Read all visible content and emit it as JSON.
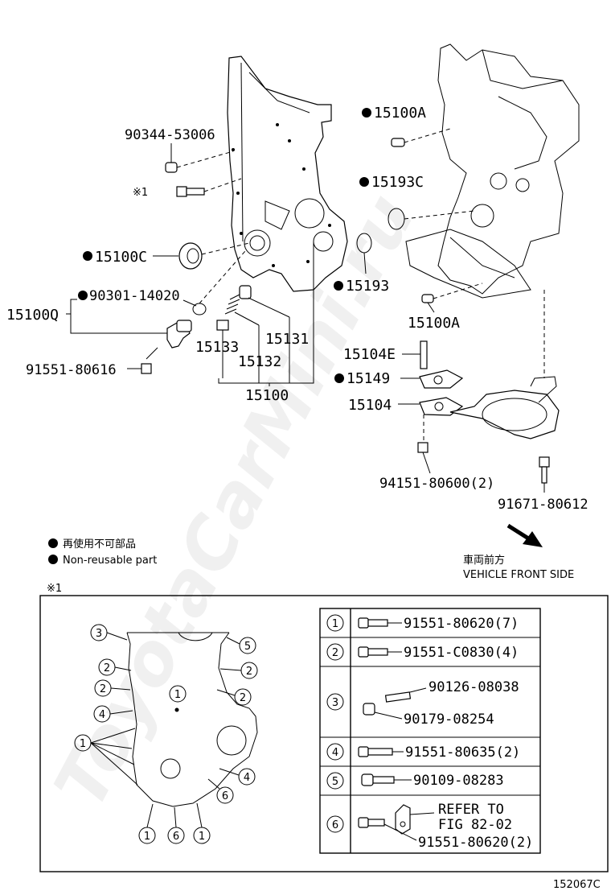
{
  "figure_code": "152067C",
  "watermark": "ToyotaCarMini.ru",
  "legend": {
    "symbol": "●",
    "jp_text": "再使用不可部品",
    "en_text": "Non-reusable part"
  },
  "direction": {
    "jp_text": "車両前方",
    "en_text": "VEHICLE FRONT SIDE"
  },
  "callouts": {
    "p90344": "90344-53006",
    "star1_ref": "※1",
    "p15100C": "15100C",
    "p15100Q": "15100Q",
    "p90301": "90301-14020",
    "p91551_80616": "91551-80616",
    "p15133": "15133",
    "p15132": "15132",
    "p15131": "15131",
    "p15100": "15100",
    "p15100A_top": "15100A",
    "p15193C": "15193C",
    "p15193": "15193",
    "p15100A_bottom": "15100A",
    "p15104E": "15104E",
    "p15149": "15149",
    "p15104": "15104",
    "p94151": "94151-80600(2)",
    "p91671": "91671-80612"
  },
  "inset": {
    "label": "※1",
    "bolt_table": [
      {
        "num": "1",
        "parts": [
          "91551-80620(7)"
        ]
      },
      {
        "num": "2",
        "parts": [
          "91551-C0830(4)"
        ]
      },
      {
        "num": "3",
        "parts": [
          "90126-08038",
          "90179-08254"
        ]
      },
      {
        "num": "4",
        "parts": [
          "91551-80635(2)"
        ]
      },
      {
        "num": "5",
        "parts": [
          "90109-08283"
        ]
      },
      {
        "num": "6",
        "parts": [
          "REFER TO",
          "FIG 82-02",
          "91551-80620(2)"
        ]
      }
    ],
    "cover_markers": [
      "3",
      "5",
      "2",
      "2",
      "2",
      "2",
      "1",
      "4",
      "1",
      "4",
      "6",
      "1",
      "6",
      "1"
    ]
  }
}
